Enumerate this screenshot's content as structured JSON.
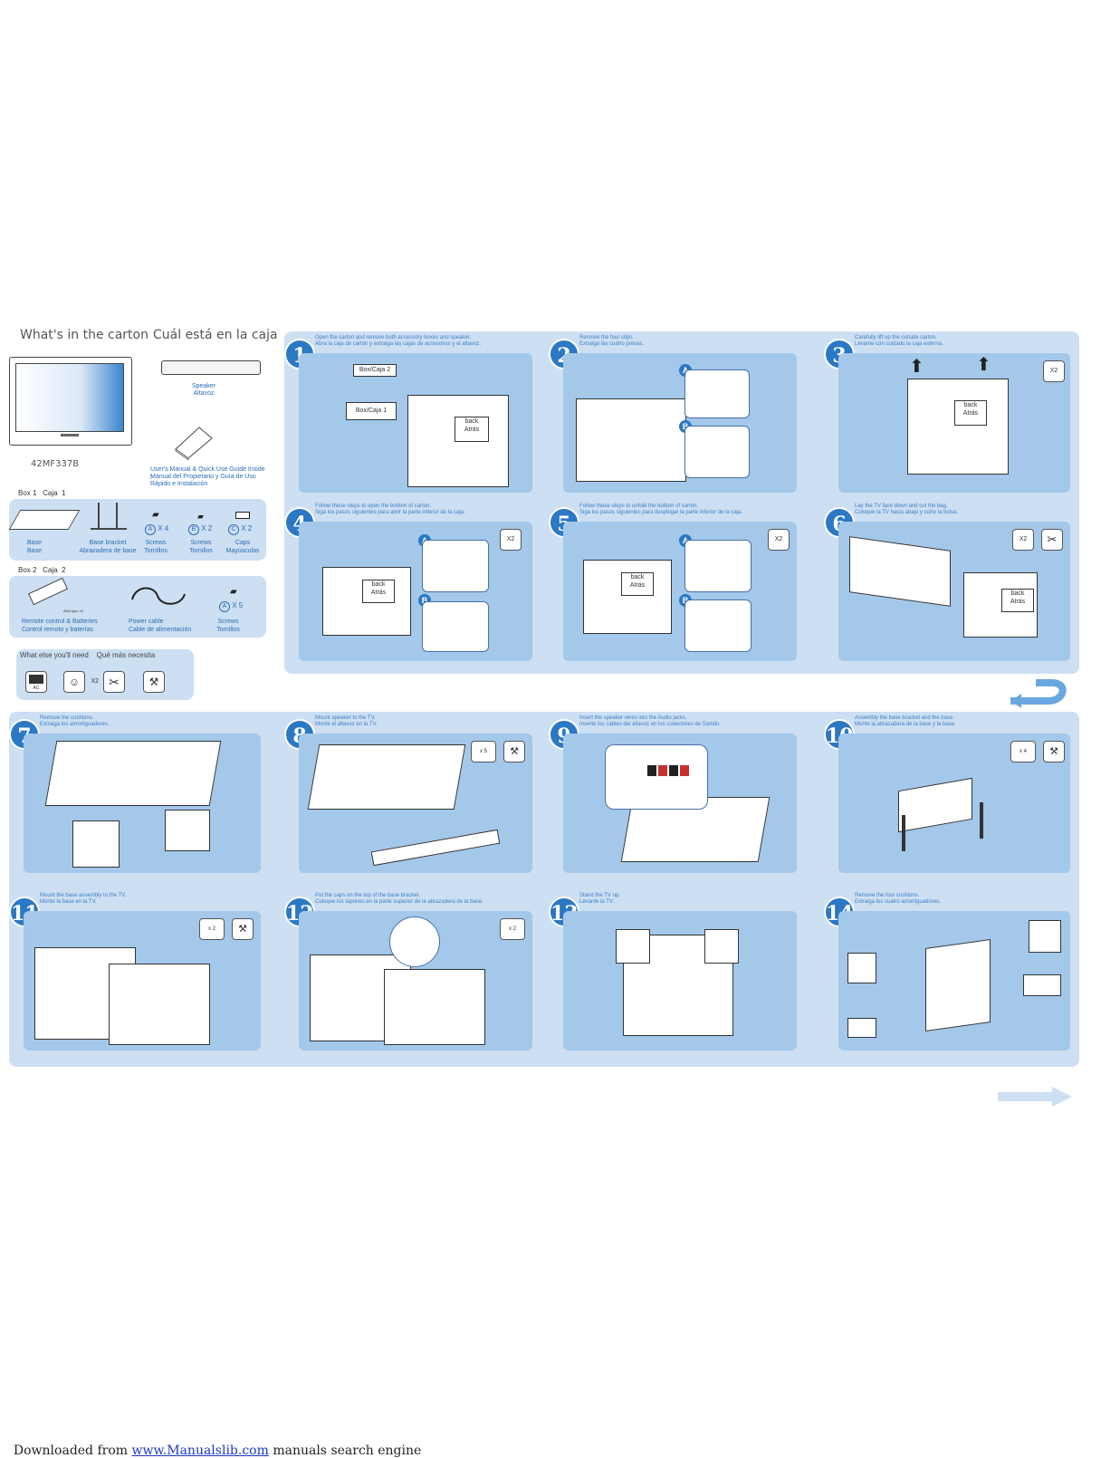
{
  "carton": {
    "title_en": "What's in the carton",
    "title_es": "Cuál está en la caja",
    "model": "42MF337B",
    "speaker": {
      "en": "Speaker",
      "es": "Altavoz"
    },
    "manual": {
      "l1": "User's Manual & Quick Use Guide Inside !",
      "l2": "Manual del Propietario y Guía de Uso",
      "l3": "Rápido e Instalación"
    },
    "box1": {
      "title": "Box 1   Caja  1",
      "items": [
        {
          "en": "Base",
          "es": "Base"
        },
        {
          "en": "Base bracket",
          "es": "Abrazadera de base"
        },
        {
          "en": "Screws",
          "es": "Tornillos",
          "badge": "A",
          "qty": "X 4"
        },
        {
          "en": "Screws",
          "es": "Tornillos",
          "badge": "B",
          "qty": "X 2"
        },
        {
          "en": "Caps",
          "es": "Mayúsculas",
          "badge": "C",
          "qty": "X 2"
        }
      ]
    },
    "box2": {
      "title": "Box 2   Caja  2",
      "items": [
        {
          "en": "Remote control & Batteries",
          "es": "Control remoto y baterías",
          "note": "AAA type x2"
        },
        {
          "en": "Power cable",
          "es": "Cable de alimentación"
        },
        {
          "en": "Screws",
          "es": "Tornillos",
          "badge": "A",
          "qty": "X 5"
        }
      ]
    },
    "need": {
      "title": "What else you'll need    Qué más necesita",
      "ac": "AC",
      "x2": "X2"
    }
  },
  "steps": [
    {
      "n": "1",
      "en": "Open the carton and remove both accessory boxes and speaker.",
      "es": "Abra la caja de cartón y extraiga las cajas de accesorios y el altavoz.",
      "box2": "Box/Caja 2",
      "box1": "Box/Caja  1",
      "back": "back",
      "atras": "Atrás"
    },
    {
      "n": "2",
      "en": "Remove the four clips.",
      "es": "Extraiga las cuatro presas."
    },
    {
      "n": "3",
      "en": "Carefully lift up the outside carton.",
      "es": "Levante con cuidado la caja externa.",
      "x2": "X2",
      "back": "back",
      "atras": "Atrás"
    },
    {
      "n": "4",
      "en": "Follow these steps to open the bottom of carton.",
      "es": "Siga los pasos siguientes para abrir la parte inferior de la caja.",
      "x2": "X2",
      "back": "back",
      "atras": "Atrás"
    },
    {
      "n": "5",
      "en": "Follow these steps to unfold the bottom of carton.",
      "es": "Siga los pasos siguientes para desplegar la parte inferior de la caja.",
      "x2": "X2",
      "back": "back",
      "atras": "Atrás"
    },
    {
      "n": "6",
      "en": "Lay the TV face down and cut the bag.",
      "es": "Coloque la TV hacia abajo y corte la bolsa.",
      "x2": "X2",
      "back": "back",
      "atras": "Atrás"
    },
    {
      "n": "7",
      "en": "Remove the cushions.",
      "es": "Extraiga los amortiguadores."
    },
    {
      "n": "8",
      "en": "Mount speaker to the TV.",
      "es": "Monte el altavoz en la TV.",
      "qty": "x 5"
    },
    {
      "n": "9",
      "en": "Insert the speaker wires into the Audio jacks.",
      "es": "Inserte los cables del altavoz en los conectores de Sonido."
    },
    {
      "n": "10",
      "en": "Assembly the base bracket and the base.",
      "es": "Monte la abrazadera de la base y la base.",
      "qty": "x 4"
    },
    {
      "n": "11",
      "en": "Mount the base assembly to the TV.",
      "es": "Monte la base en la TV.",
      "qty": "x 2"
    },
    {
      "n": "12",
      "en": "Put the caps on the top of the base bracket.",
      "es": "Coloque los tapones en la parte superior de la abrazadera de la base.",
      "qty": "x 2"
    },
    {
      "n": "13",
      "en": "Stand the TV up.",
      "es": "Levante la TV."
    },
    {
      "n": "14",
      "en": "Remove the four cushions.",
      "es": "Extraiga los cuatro amortiguadores."
    }
  ],
  "inset_labels": {
    "a": "A",
    "b": "B"
  },
  "footer": {
    "prefix": "Downloaded from ",
    "link": "www.Manualslib.com",
    "suffix": " manuals search engine"
  },
  "colors": {
    "panel": "#cddff3",
    "image": "#a3c8ea",
    "accent": "#2b78c4",
    "label": "#2a6cb5"
  }
}
